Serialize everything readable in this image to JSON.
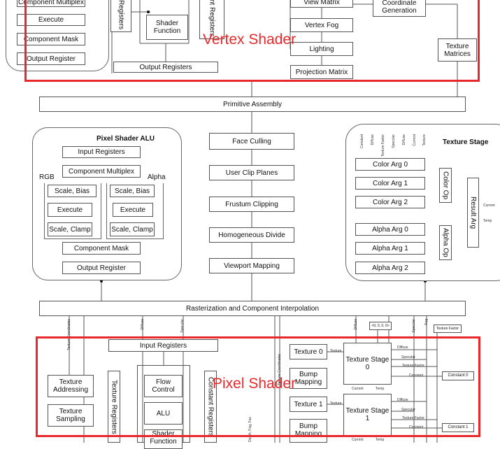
{
  "vertex_top": {
    "component_multiplex": "Component Multiplex",
    "execute": "Execute",
    "component_mask": "Component Mask",
    "output_register": "Output Register",
    "registers_left": "Registers",
    "shader_function": "Shader Function",
    "registers_right": "nt Registers",
    "output_registers": "Output Registers",
    "view_matrix": "View Matrix",
    "coordinate_generation": "Coordinate Generation",
    "vertex_fog": "Vertex Fog",
    "lighting": "Lighting",
    "projection_matrix": "Projection Matrix",
    "texture_matrices": "Texture Matrices"
  },
  "primitive_assembly": "Primitive Assembly",
  "pixel_shader_alu": {
    "title": "Pixel Shader ALU",
    "input_registers": "Input Registers",
    "component_multiplex": "Component Multiplex",
    "rgb": "RGB",
    "alpha": "Alpha",
    "scale_bias": "Scale, Bias",
    "execute": "Execute",
    "scale_clamp": "Scale, Clamp",
    "component_mask": "Component Mask",
    "output_register": "Output Register"
  },
  "pipeline": {
    "face_culling": "Face Culling",
    "user_clip_planes": "User Clip Planes",
    "frustum_clipping": "Frustum Clipping",
    "homogeneous_divide": "Homogeneous Divide",
    "viewport_mapping": "Viewport Mapping"
  },
  "texture_stage": {
    "title": "Texture Stage",
    "color_arg_0": "Color Arg 0",
    "color_arg_1": "Color Arg 1",
    "color_arg_2": "Color Arg 2",
    "alpha_arg_0": "Alpha Arg 0",
    "alpha_arg_1": "Alpha Arg 1",
    "alpha_arg_2": "Alpha Arg 2",
    "color_op": "Color Op",
    "alpha_op": "Alpha Op",
    "result_arg": "Result Arg",
    "current": "Current",
    "temp": "Temp",
    "inputs": [
      "Constant",
      "Diffuse",
      "Texture Factor",
      "Specular",
      "Diffuse",
      "Current",
      "Texture"
    ]
  },
  "rasterization": "Rasterization and Component Interpolation",
  "pixel_bottom": {
    "input_registers": "Input Registers",
    "texture_addressing": "Texture Addressing",
    "texture_sampling": "Texture Sampling",
    "texture_registers": "Texture Registers",
    "flow_control": "Flow Control",
    "alu": "ALU",
    "shader_function": "Shader Function",
    "constant_registers": "Constant Registers",
    "texture_0": "Texture 0",
    "texture_1": "Texture 1",
    "bump_mapping": "Bump Mapping",
    "texture_stage_0": "Texture Stage 0",
    "texture_stage_1": "Texture Stage 1",
    "texture_factor": "Texture Factor",
    "constant_0": "Constant 0",
    "constant_1": "Constant 1",
    "vector": "<0, 0, 0, 0>",
    "texture_small": "Texture",
    "current": "Current",
    "temp": "Temp",
    "diffuse": "Diffuse",
    "specular": "Specular",
    "texture_factor_small": "Texture Factor",
    "constant": "Constant",
    "depth_fog": "Depth, Fog, Fac",
    "texture_coordinates": "Texture Coordinates",
    "diffuse_v": "Diffuse",
    "specular_v": "Specular",
    "fog_v": "Fog",
    "texture_coordinates_2": "Texture Coordinates"
  },
  "annotations": {
    "vertex_shader": "Vertex Shader",
    "pixel_shader": "Pixel Shader"
  },
  "colors": {
    "highlight": "#e8282a",
    "stroke": "#555555"
  }
}
